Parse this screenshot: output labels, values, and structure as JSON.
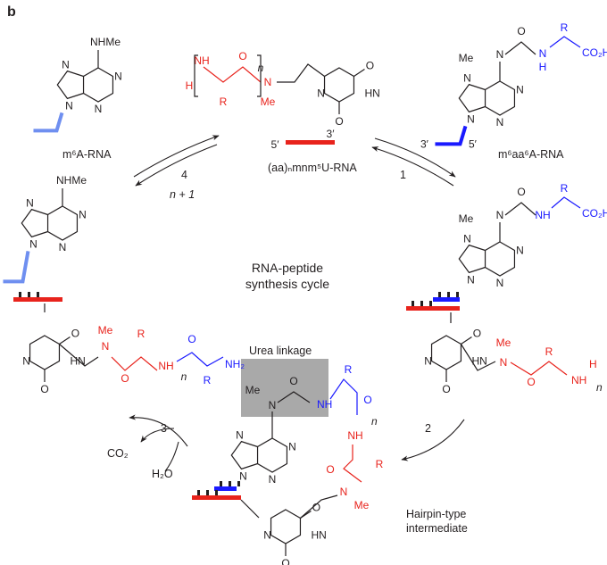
{
  "panel_label": "b",
  "center_label": [
    "RNA-peptide",
    "synthesis cycle"
  ],
  "compounds": {
    "m6A": "m⁶A-RNA",
    "aa_mnm5U": "(aa)ₙmnm⁵U-RNA",
    "m6aa6A": "m⁶aa⁶A-RNA"
  },
  "steps": {
    "one": "1",
    "two": "2",
    "three": "3",
    "four": "4",
    "n_plus_1": "n + 1"
  },
  "byproducts": {
    "co2": "CO₂",
    "h2o": "H₂O"
  },
  "urea_label": "Urea linkage",
  "hairpin_label": [
    "Hairpin-type",
    "intermediate"
  ],
  "atoms": {
    "N": "N",
    "O": "O",
    "H": "H",
    "R": "R",
    "Me": "Me",
    "NH": "NH",
    "HN": "HN",
    "NHMe": "NHMe",
    "NH2": "NH₂",
    "CO2H": "CO₂H",
    "n": "n",
    "five_prime": "5′",
    "three_prime": "3′"
  },
  "colors": {
    "peptide_red": "#e8231c",
    "amino_blue": "#1a1aff",
    "rna_light_blue": "#6f8ff0",
    "urea_box": "#a9a9a9"
  }
}
